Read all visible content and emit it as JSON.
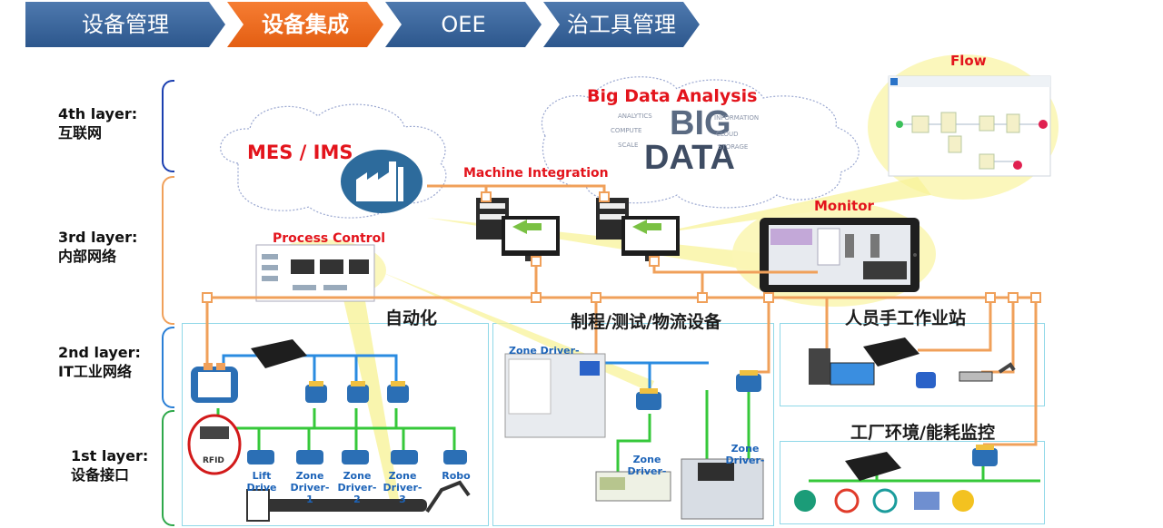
{
  "nav": {
    "tabs": [
      {
        "label": "设备管理",
        "active": false
      },
      {
        "label": "设备集成",
        "active": true
      },
      {
        "label": "OEE",
        "active": false
      },
      {
        "label": "治工具管理",
        "active": false
      }
    ]
  },
  "layers": [
    {
      "name": "4th layer:",
      "desc": "互联网",
      "color": "#1b3fb0"
    },
    {
      "name": "3rd layer:",
      "desc": "内部网络",
      "color": "#f0a05a"
    },
    {
      "name": "2nd layer:",
      "desc": "IT工业网络",
      "color": "#2a7fd6"
    },
    {
      "name": "1st layer:",
      "desc": "设备接口",
      "color": "#2ea84a"
    }
  ],
  "clouds": {
    "mes": "MES / IMS",
    "big_data": "Big Data Analysis",
    "big_word": "BIG",
    "data_word": "DATA",
    "flow": "Flow"
  },
  "labels": {
    "machine_integration": "Machine Integration",
    "monitor": "Monitor",
    "process_control": "Process Control",
    "rfid": "RFID"
  },
  "sections": {
    "automation": "自动化",
    "process": "制程/测试/物流设备",
    "manual": "人员手工作业站",
    "env": "工厂环境/能耗监控"
  },
  "devices": {
    "lift_drive": "Lift Drive",
    "zone1": "Zone Driver-1",
    "zone2": "Zone Driver-2",
    "zone3": "Zone Driver-3",
    "robo": "Robo",
    "zone_a": "Zone Driver-",
    "zone_b": "Zone Driver-",
    "zone_c": "Zone Driver-"
  },
  "colors": {
    "nav_blue": "#3a66a0",
    "nav_orange": "#f07028",
    "net_orange": "#f0a05a",
    "net_blue": "#2a8be0",
    "net_green": "#36c83a",
    "title_red": "#e3141c"
  }
}
